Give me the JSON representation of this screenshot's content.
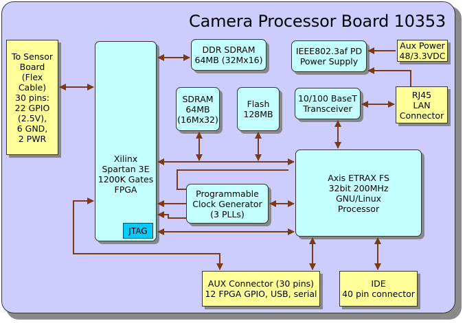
{
  "title": "Camera Processor Board 10353",
  "blocks": {
    "sensor": "To Sensor\nBoard\n(Flex Cable)\n30 pins:\n22 GPIO\n(2.5V),\n6 GND,\n2 PWR",
    "fpga": "Xilinx\nSpartan 3E\n1200K Gates\nFPGA",
    "jtag": "JTAG",
    "ddr": "DDR SDRAM\n64MB (32Mx16)",
    "sdram": "SDRAM\n64MB\n(16Mx32)",
    "flash": "Flash\n128MB",
    "poe": "IEEE802.3af PD\nPower Supply",
    "aux_power": "Aux Power\n48/3.3VDC",
    "rj45": "RJ45\nLAN\nConnector",
    "phy": "10/100 BaseT\nTransceiver",
    "clock": "Programmable\nClock Generator\n(3 PLLs)",
    "cpu": "Axis ETRAX FS\n32bit 200MHz\nGNU/Linux\nProcessor",
    "aux_connector": "AUX Connector (30 pins)\n12 FPGA GPIO, USB, serial",
    "ide": "IDE\n40 pin connector"
  },
  "colors": {
    "board": "#ccccff",
    "block": "#c4ffff",
    "connector": "#ffff99",
    "jtag": "#00ccff",
    "wire": "#7a3b14"
  }
}
